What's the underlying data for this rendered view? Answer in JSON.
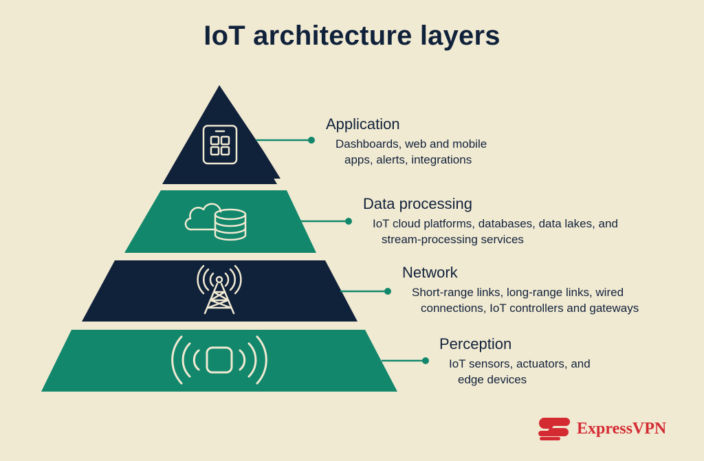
{
  "title": "IoT architecture layers",
  "colors": {
    "background": "#f1ead3",
    "navy": "#10213a",
    "green": "#12876b",
    "icon_stroke": "#f1ead3",
    "brand_red": "#d42b33"
  },
  "layers": [
    {
      "name": "Application",
      "desc_line1": "Dashboards, web and mobile",
      "desc_line2": "apps, alerts, integrations",
      "icon": "mobile-app-grid-icon",
      "fill": "navy"
    },
    {
      "name": "Data processing",
      "desc_line1": "IoT cloud platforms, databases, data lakes, and",
      "desc_line2": "stream-processing services",
      "icon": "cloud-database-icon",
      "fill": "green"
    },
    {
      "name": "Network",
      "desc_line1": "Short-range links, long-range links, wired",
      "desc_line2": "connections, IoT controllers and gateways",
      "icon": "radio-tower-icon",
      "fill": "navy"
    },
    {
      "name": "Perception",
      "desc_line1": "IoT sensors, actuators, and",
      "desc_line2": "edge devices",
      "icon": "sensor-signal-icon",
      "fill": "green"
    }
  ],
  "brand": {
    "name": "ExpressVPN",
    "icon": "expressvpn-logo-icon"
  }
}
